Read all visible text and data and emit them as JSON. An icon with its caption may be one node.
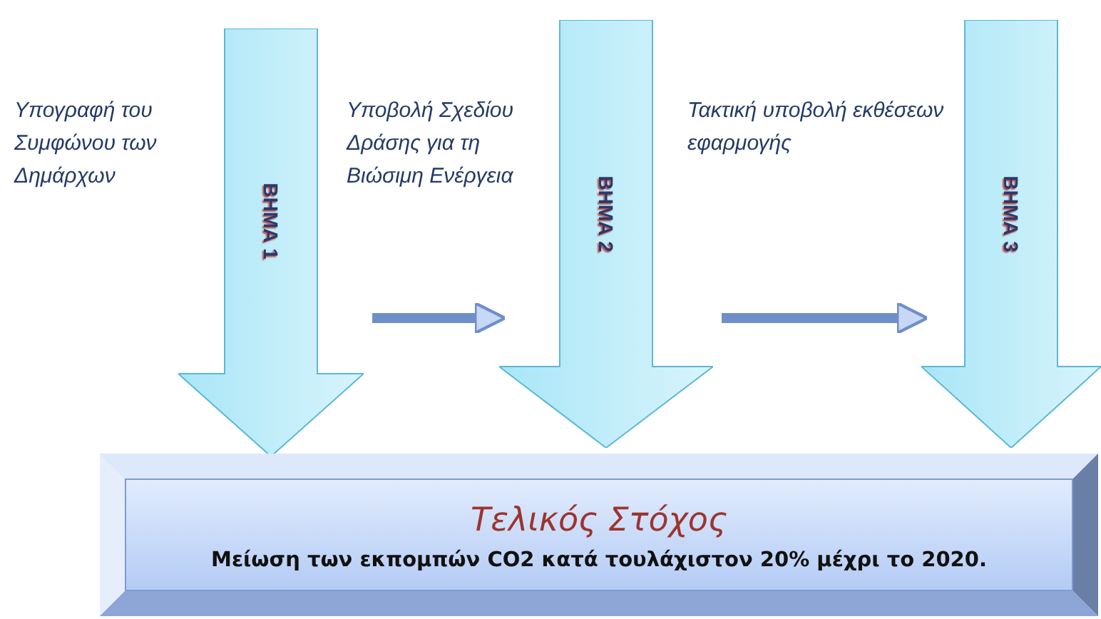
{
  "diagram": {
    "nodes": [
      {
        "text": [
          "ΒΗΜΑ 1"
        ],
        "beside": [
          "Υπογραφή του Συμφώνου των Δημάρχων"
        ]
      },
      {
        "text": [
          "ΒΗΜΑ 2"
        ],
        "beside": [
          "Υποβολή Σχεδίου Δράσης για τη Βιώσιμη Ενέργεια"
        ]
      },
      {
        "text": [
          "ΒΗΜΑ 3"
        ],
        "beside": [
          "Τακτική υποβολή εκθέσεων εφαρμογής"
        ]
      },
      {
        "text": [
          "Τελικός Στόχος",
          "Μείωση των εκπομπών CO2 κατά τουλάχιστον 20% μέχρι το 2020."
        ]
      }
    ],
    "edges": [
      {
        "from": 0,
        "to": 1,
        "arrow": "to"
      },
      {
        "from": 1,
        "to": 2,
        "arrow": "to"
      }
    ]
  }
}
